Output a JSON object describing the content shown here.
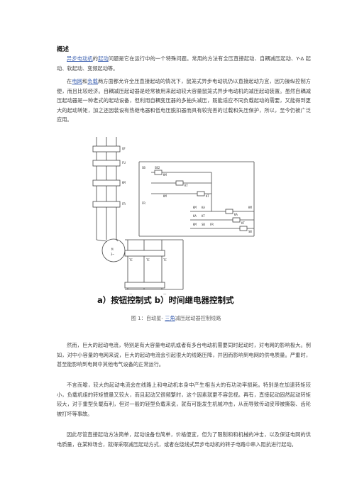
{
  "heading": "概述",
  "p1": {
    "link1": "异步电动机",
    "t1": "的",
    "link2": "起动",
    "t2": "问题是它在运行中的一个特殊问题。常用的方法有全压直接起动、自耦减压起动、Y-Δ 起动、软起动、变频起动等。"
  },
  "p2": {
    "t0": "在",
    "link1": "电网",
    "t1": "和",
    "link2": "负载",
    "t2": "两方面都允许全压直接起动的情况下，鼠笼式异步电动机仍以直接起动为宜，因为操纵控制方便，而且比较经济。自耦减压起动器是经常被用来起动较大容量鼠笼式异步电动机的减压起动装置。虽然自耦减压起动器是一种老式的起动设备，但利用自耦变压器的多抽头减压，既能适应不同负载起动的需要，又能得到更大的起动转矩，加之还因装设有热继电器和低电压脱扣器而具有较完善的过载和失压保护，所以，至今仍被广泛应用。"
  },
  "diagram": {
    "labels": [
      "QF",
      "FU",
      "KM",
      "SB",
      "SB2",
      "KM",
      "KT",
      "KT",
      "KM",
      "FR",
      "FR",
      "KM",
      "KA",
      "KA",
      "KT",
      "KM",
      "SB",
      "FR",
      "KA",
      "KT",
      "SB",
      "KM",
      "M",
      "3~",
      "TC",
      "TC",
      "TC",
      "FR",
      "FR"
    ],
    "caption": "a）按钮控制式  b）时间继电器控制式"
  },
  "figure_caption": {
    "t1": "图 1：自动星- ",
    "link": "三角",
    "t2": "减压起动器控制线路"
  },
  "p3": "然而，巨大的起动电流，特别是有大容量电动机或者有多台电动机需要同时起动时，对电网的影响极大。例如，对中小容量的电网来说，巨大的起动电流会引起很大的线路压降，并因而影响到电网的供电质量。严重时，甚至能影响到电网中其他电气设备的正常运行。",
  "p4": "不言而喻，较大的起动电流会在线路上和电动机本身中产生相当大的有功功率损耗。特别是在加速转矩较小，负载机组的转矩惯量又较大，而且起动又很频繁时，这个因素就更不容忽视。再有，直接起动固然起动转矩较大，对于重型负载有利，但对一般的轻型负载来说，就有可能发生机械冲击，从而导致传动皮带被撕裂、齿轮被打坏等事故。",
  "p5": "因此尽管直接起动方法简单，起动设备也简单，价格便宜，但为了限制和和机械的冲击，以及保证电网的供电质量，在某种场合，就得采取减压起动方式，或者在绕线式异步电动机的转子电路中串入阻抗进行起动。"
}
